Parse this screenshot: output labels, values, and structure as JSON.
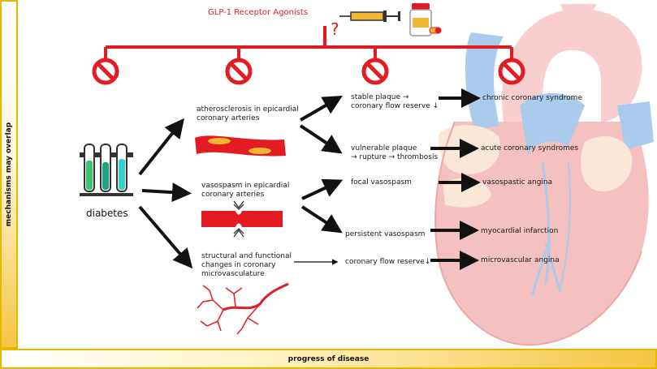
{
  "top": {
    "drug": "GLP-1 Receptor Agonists",
    "question": "?"
  },
  "axes": {
    "vertical": "mechanisms may overlap",
    "horizontal": "progress of disease"
  },
  "source": {
    "label": "diabetes"
  },
  "mechanisms": {
    "atherosclerosis": [
      "atherosclerosis in epicardial",
      "coronary arteries"
    ],
    "vasospasm": [
      "vasospasm in epicardial",
      "coronary arteries"
    ],
    "microvascular": [
      "structural and functional",
      "changes in coronary",
      "microvasculature"
    ]
  },
  "intermediates": {
    "stable": [
      "stable plaque →",
      "coronary flow reserve ↓"
    ],
    "vulnerable": [
      "vulnerable plaque",
      "→ rupture → thrombosis"
    ],
    "focal": [
      "focal vasospasm"
    ],
    "persistent": [
      "persistent vasospasm"
    ],
    "cfr": [
      "coronary flow reserve↓"
    ]
  },
  "outcomes": {
    "chronic": "chronic coronary syndrome",
    "acute": "acute coronary syndromes",
    "vasospastic": "vasospastic angina",
    "mi": "myocardial infarction",
    "micro": "microvascular angina"
  },
  "colors": {
    "red": "#e31b23",
    "heart": "#f4b6b6",
    "blue": "#9cc3e8",
    "yellow": "#f5c542"
  }
}
